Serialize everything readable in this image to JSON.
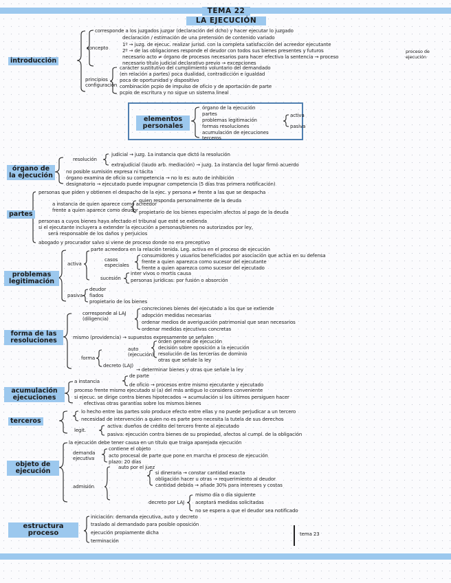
{
  "header": {
    "title": "TEMA 22",
    "subtitle": "LA EJECUCIÓN"
  },
  "intro": {
    "label": "introducción",
    "concepto_label": "concepto",
    "concepto_lines": [
      "corresponde a los juzgados juzgar (declaración del dcho) y hacer ejecutar lo juzgado",
      "declaración / estimación de una pretensión de contenido variado",
      "1º → juzg. de ejecuc. realizar jurisd. con la completa satisfacción del acreedor ejecutante",
      "2º → de las obligaciones responde el deudor con todos sus bienes presentes y futuros",
      "necesario acto ≠ órgano de procesos necesarios para hacer efectiva la sentencia → proceso",
      "necesario título judicial declarativo previo → excepciones"
    ],
    "concepto_side": "proceso de ejecución",
    "principios_label": "principios configuración",
    "principios_lines": [
      "carácter sustitutivo del cumplimiento voluntario del demandado",
      "(en relación a partes) poca dualidad, contradicción e igualdad",
      "poca de oportunidad y dispositivo",
      "combinación pcpio de impulso de oficio y de aportación de parte",
      "pcpio de escritura y no sigue un sistema lineal"
    ]
  },
  "elementos": {
    "label": "elementos personales",
    "items": [
      "órgano de la ejecución",
      "partes",
      "problemas legitimación",
      "formas resoluciones",
      "acumulación de ejecuciones",
      "terceros"
    ],
    "legit_sub": [
      "activa",
      "pasiva"
    ]
  },
  "organo": {
    "label": "órgano de la ejecución",
    "resolucion_label": "resolución",
    "resolucion_lines": [
      "judicial → juzg. 1a instancia que dictó la resolución",
      "extrajudicial (laudo arb. mediación) → juzg. 1a instancia del lugar firmó acuerdo"
    ],
    "lines": [
      "no posible sumisión expresa ni tácita",
      "órgano examina de oficio su competencia → no lo es: auto de inhibición",
      "designatorio → ejecutado puede impugnar competencia (5 días tras primera notificación)"
    ]
  },
  "partes": {
    "label": "partes",
    "line1": "personas que piden y obtienen el despacho de la ejec. y persona ≠ frente a las que se despacha",
    "instancia_lines": [
      "a instancia de quien aparece como acreedor",
      "frente a quien aparece como deudor"
    ],
    "right_lines": [
      "quien responda personalmente de la deuda",
      "propietario de los bienes especialm afectos al pago de la deuda"
    ],
    "lines": [
      "personas a cuyos bienes haya afectado el tribunal que esté se extienda",
      "si el ejecutante incluyera a extender la ejecución a personas/bienes no autorizados por ley,",
      "será responsable de los daños y perjuicios",
      "abogado y procurador salvo si viene de proceso donde no era preceptivo"
    ]
  },
  "problemas": {
    "label": "problemas legitimación",
    "top_line": "parte acreedora en la relación tenida. Leg. activa en el proceso de ejecución",
    "activa_label": "activa",
    "casos_label": "casos especiales",
    "casos_lines": [
      "consumidores y usuarios beneficiados por asociación que actúa en su defensa",
      "frente a quien aparezca como sucesor del ejecutante",
      "frente a quien aparezca como sucesor del ejecutado"
    ],
    "sucesion_label": "sucesión",
    "sucesion_lines": [
      "inter vivos o mortis causa",
      "personas jurídicas: por fusión o absorción"
    ],
    "pasiva_label": "pasiva",
    "pasiva_lines": [
      "deudor",
      "fiados",
      "propietario de los bienes"
    ]
  },
  "forma": {
    "label": "forma de las resoluciones",
    "corresponde_label": "corresponde al LAJ (diligencia)",
    "corresponde_lines": [
      "concreciones bienes del ejecutado a los que se extiende",
      "adopción medidas necesarias",
      "ordenar medios de averiguación patrimonial que sean necesarios",
      "ordenar medidas ejecutivas concretas"
    ],
    "mismo_line": "mismo (providencia) → supuestos expresamente se señalen",
    "auto_label": "auto (ejecución)",
    "auto_lines": [
      "orden general de ejecución",
      "decisión sobre oposición a la ejecución",
      "resolución de las tercerías de dominio",
      "otras que señale la ley"
    ],
    "forma_label": "forma",
    "decreto_label": "decreto (LAJ)",
    "decreto_line": "→ determinar bienes y otras que señale la ley"
  },
  "acumulacion": {
    "label": "acumulación ejecuciones",
    "instancia_label": "a instancia",
    "instancia_lines": [
      "de parte",
      "de oficio → procesos entre mismo ejecutante y ejecutado"
    ],
    "lines": [
      "proceso frente mismo ejecutado si (a) del más antiguo lo considera conveniente",
      "si ejecuc. se dirige contra bienes hipotecados → acumulación si los últimos persiguen hacer",
      "efectivas otras garantías sobre los mismos bienes"
    ]
  },
  "terceros": {
    "label": "terceros",
    "lines": [
      "lo hecho entre las partes solo produce efecto entre ellas y no puede perjudicar a un tercero",
      "necesidad de intervención a quien no es parte pero necesita la tutela de sus derechos"
    ],
    "legit_label": "legit.",
    "legit_lines": [
      "activa: dueños de crédito del tercero frente al ejecutado",
      "pasiva: ejecución contra bienes de su propiedad, afectos al cumpl. de la obligación"
    ]
  },
  "objeto": {
    "label": "objeto de ejecución",
    "top_line": "la ejecución debe tener causa en un título que traiga aparejada ejecución",
    "demanda_label": "demanda ejecutiva",
    "demanda_lines": [
      "contiene el objeto",
      "acto procesal de parte que pone en marcha el proceso de ejecución",
      "plazo: 20 días"
    ],
    "admision_label": "admisión",
    "auto_line": "auto por el juez",
    "auto_lines": [
      "si dineraria → constar cantidad exacta",
      "obligación hacer u otras → requerimiento al deudor",
      "cantidad debida → añade 30% para intereses y costas"
    ],
    "decreto_label": "decreto por LAJ",
    "decreto_lines": [
      "mismo día o día siguiente",
      "aceptará medidas solicitadas",
      "no se espera a que el deudor sea notificado"
    ]
  },
  "estructura": {
    "label": "estructura proceso",
    "lines": [
      "iniciación: demanda ejecutiva, auto y decreto",
      "traslado al demandado para posible oposición",
      "ejecución propiamente dicha",
      "terminación"
    ],
    "side": "tema 23"
  }
}
